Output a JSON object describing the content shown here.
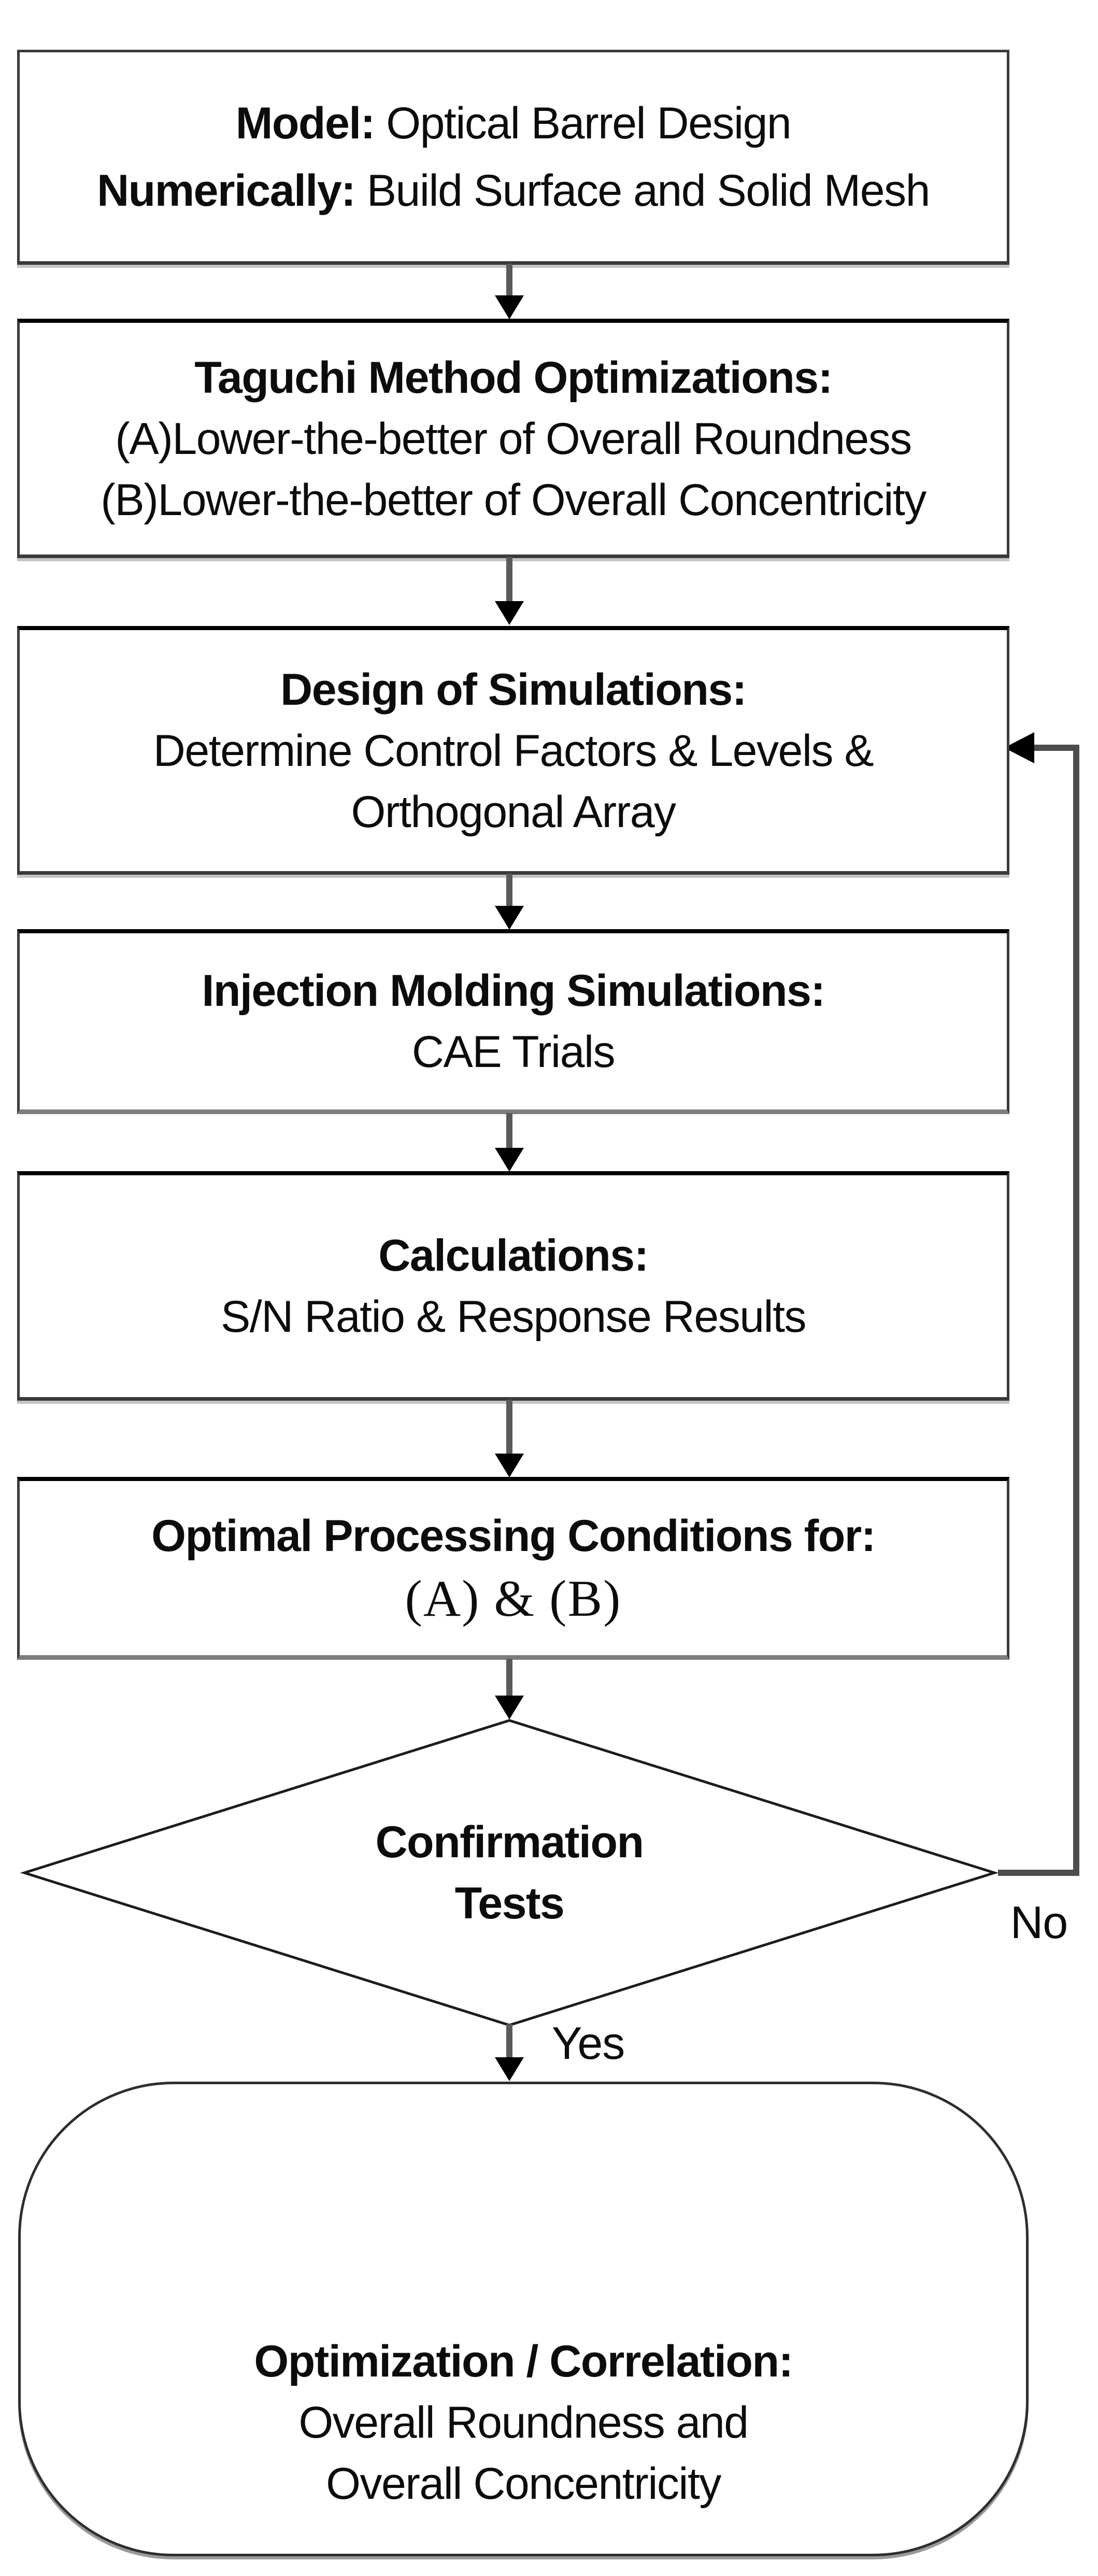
{
  "figure": {
    "type": "flowchart",
    "colors": {
      "background": "#ffffff",
      "box_border": "#3a3a3a",
      "box_top_border": "#000000",
      "box_shadow": "#c4c4c4",
      "connector": "#5a5a5a",
      "arrowhead": "#000000",
      "text": "#0c0c0c"
    }
  },
  "boxes": {
    "model": {
      "line1_bold": "Model:",
      "line1_rest": " Optical Barrel Design",
      "line2_bold": "Numerically:",
      "line2_rest": " Build Surface and Solid Mesh"
    },
    "taguchi": {
      "title": "Taguchi Method Optimizations:",
      "line2": "(A)Lower-the-better of Overall Roundness",
      "line3": "(B)Lower-the-better of Overall Concentricity"
    },
    "design": {
      "title": "Design of Simulations:",
      "line2": "Determine Control Factors & Levels &",
      "line3": "Orthogonal Array"
    },
    "injection": {
      "title": "Injection Molding Simulations:",
      "line2": "CAE Trials"
    },
    "calculations": {
      "title": "Calculations:",
      "line2": "S/N Ratio & Response Results"
    },
    "optimal": {
      "title": "Optimal Processing Conditions for:",
      "line2": "(A) & (B)"
    },
    "decision": {
      "line1": "Confirmation",
      "line2": "Tests"
    },
    "result": {
      "title": "Optimization / Correlation:",
      "line2": "Overall Roundness and",
      "line3": "Overall Concentricity"
    }
  },
  "labels": {
    "no": "No",
    "yes": "Yes"
  }
}
